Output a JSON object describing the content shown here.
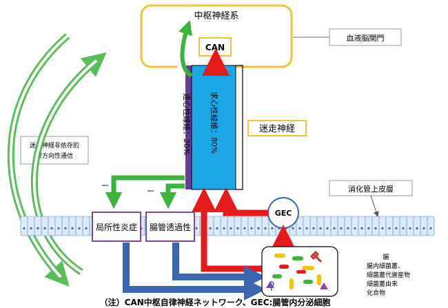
{
  "labels": {
    "cns": "中枢神経系",
    "can": "CAN",
    "bbb": "血液脳関門",
    "afferent": "求心性線維：80%",
    "efferent": "遠心性線維：20%",
    "vagus": "迷走神経",
    "bidirectional": [
      "迷走神経非依存的",
      "双方向性通信"
    ],
    "epithelium": "消化管上皮層",
    "inflammation": "局所性炎症",
    "permeability": "腸管透過性",
    "gec": "GEC",
    "minus1": "－",
    "minus2": "－",
    "gut": [
      "腸",
      "腸内細菌叢、",
      "細菌叢代謝産物",
      "細菌叢由来",
      "化合物"
    ],
    "caption": "（注）CAN中枢自律神経ネットワーク、GEC:腸管内分泌細胞"
  },
  "colors": {
    "cns_border": "#f5c23a",
    "can_border": "#f5c23a",
    "vagus_fill": "#1aa7e6",
    "efferent_strip": "#6a3a9a",
    "red_arrow": "#e51b1b",
    "green_arrow": "#3cb43c",
    "blue_arrow": "#3a67b0",
    "purple_box": "#7a4aa0",
    "cell_fill": "#dbeaf6",
    "cell_border": "#7fa7cf"
  }
}
